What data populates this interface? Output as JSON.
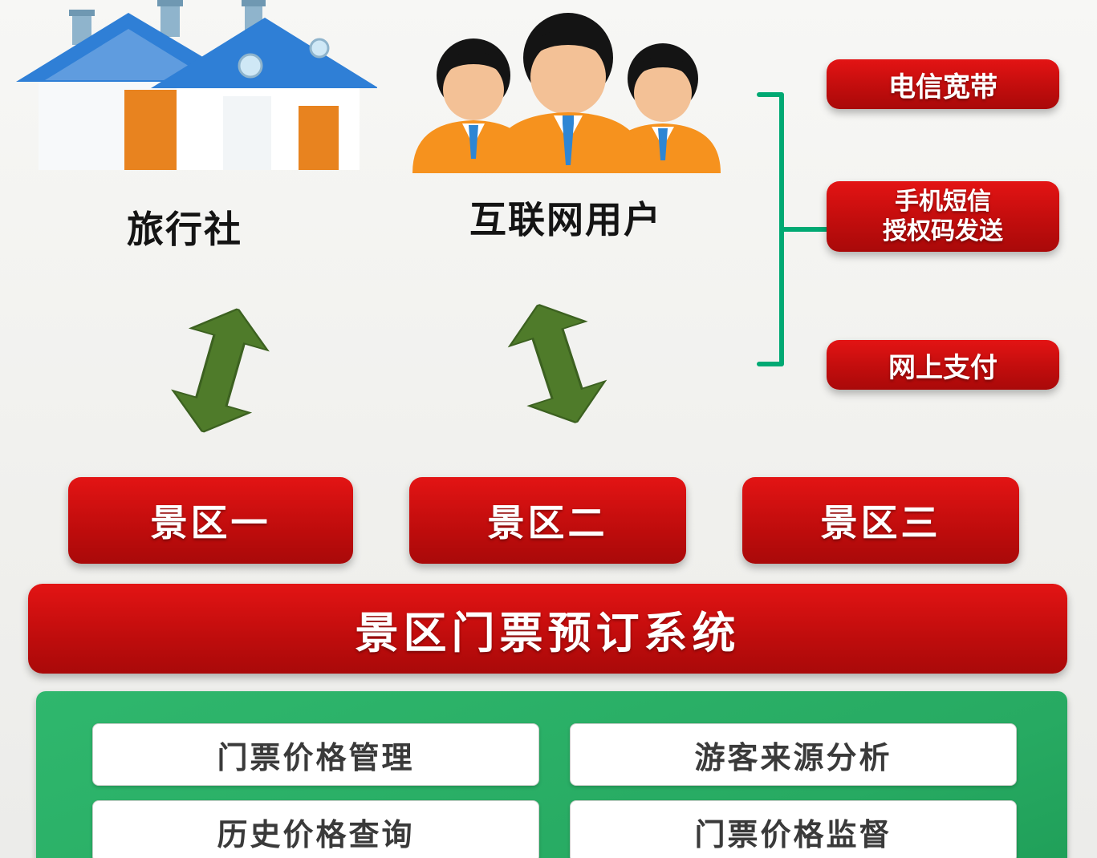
{
  "diagram": {
    "actors": {
      "travel_agency": "旅行社",
      "internet_users": "互联网用户"
    },
    "side_services": {
      "broadband": "电信宽带",
      "sms": "手机短信\n授权码发送",
      "payment": "网上支付"
    },
    "scenic_areas": [
      "景区一",
      "景区二",
      "景区三"
    ],
    "system_title": "景区门票预订系统",
    "modules": [
      "门票价格管理",
      "游客来源分析",
      "历史价格查询",
      "门票价格监督"
    ],
    "colors": {
      "box_red": "#c20d0d",
      "panel_green": "#27aa62",
      "arrow_green": "#4f7b2a",
      "bracket_green": "#00a973",
      "roof_blue": "#2f7fd6",
      "suit_orange": "#f6921e"
    }
  }
}
